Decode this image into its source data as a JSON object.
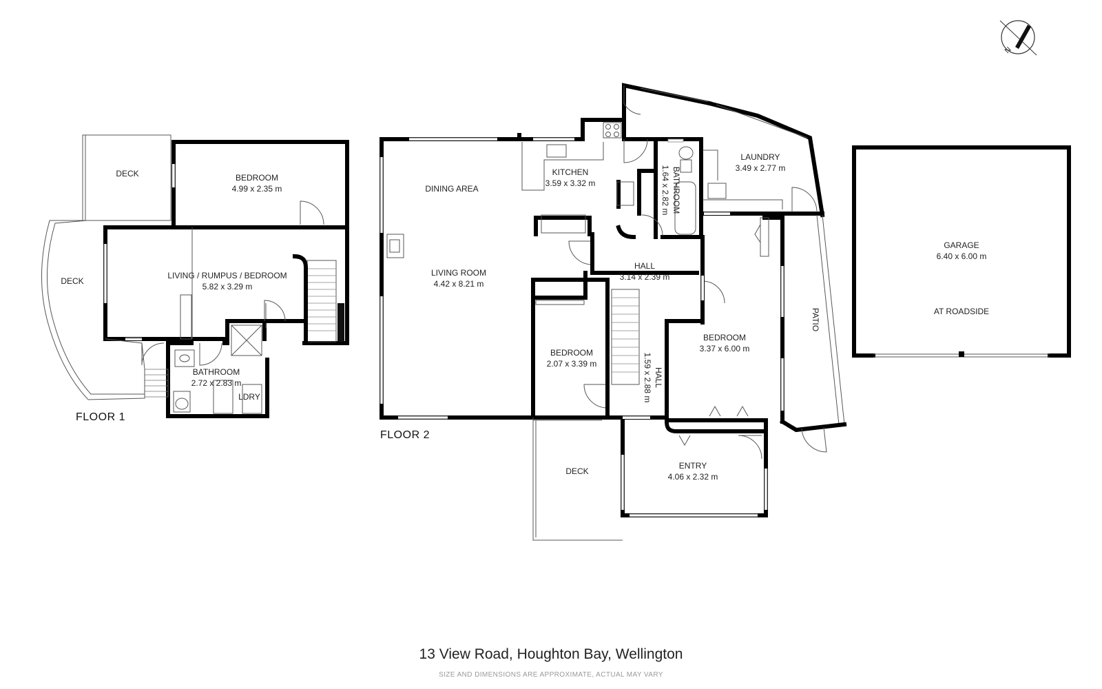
{
  "title": "13 View Road, Houghton Bay, Wellington",
  "disclaimer": "SIZE AND DIMENSIONS ARE APPROXIMATE, ACTUAL MAY VARY",
  "compass_letter": "N",
  "floor1": {
    "label": "FLOOR 1",
    "deck_top": "DECK",
    "bedroom_name": "BEDROOM",
    "bedroom_size": "4.99 x 2.35 m",
    "deck_left": "DECK",
    "living_name": "LIVING / RUMPUS / BEDROOM",
    "living_size": "5.82 x 3.29 m",
    "bathroom_name": "BATHROOM",
    "bathroom_size": "2.72 x 2.83 m",
    "laundry_name": "LDRY"
  },
  "floor2": {
    "label": "FLOOR 2",
    "dining_name": "DINING AREA",
    "living_name": "LIVING ROOM",
    "living_size": "4.42 x 8.21 m",
    "kitchen_name": "KITCHEN",
    "kitchen_size": "3.59 x 3.32 m",
    "bathroom_name": "BATHROOM",
    "bathroom_size": "1.64 x 2.82 m",
    "laundry_name": "LAUNDRY",
    "laundry_size": "3.49 x 2.77 m",
    "hall_name": "HALL",
    "hall_size": "3.14 x 2.39 m",
    "hall2_name": "HALL",
    "hall2_size": "1.59 x 2.88 m",
    "bedroom_small_name": "BEDROOM",
    "bedroom_small_size": "2.07 x 3.39 m",
    "bedroom_large_name": "BEDROOM",
    "bedroom_large_size": "3.37 x 6.00 m",
    "patio_name": "PATIO",
    "deck_name": "DECK",
    "entry_name": "ENTRY",
    "entry_size": "4.06 x 2.32 m"
  },
  "garage": {
    "name": "GARAGE",
    "size": "6.40 x 6.00 m",
    "note": "AT ROADSIDE"
  }
}
